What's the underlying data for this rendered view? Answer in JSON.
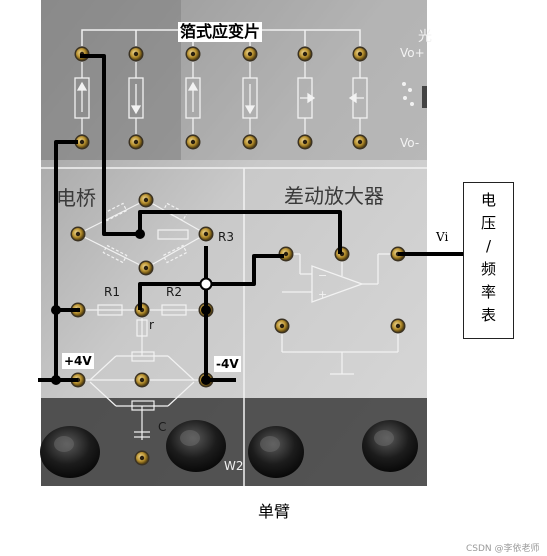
{
  "strain_gauge_label": "箔式应变片",
  "vo_plus": "Vo+",
  "vo_minus": "Vo-",
  "light_glyph": "光",
  "bridge_label": "电桥",
  "amp_label": "差动放大器",
  "resistors": {
    "r1": "R1",
    "r2": "R2",
    "r3": "R3",
    "r": "r",
    "c": "C",
    "w2": "W2"
  },
  "supply": {
    "plus": "+4V",
    "minus": "-4V"
  },
  "vi_label": "Vi",
  "meter_chars": [
    "电",
    "压",
    "/",
    "频",
    "率",
    "表"
  ],
  "caption": "单臂",
  "watermark": "CSDN @李依老师",
  "colors": {
    "panel": "#cfcfcf",
    "panel_dark": "#6f6f6f",
    "wire": "#000000",
    "terminal": "#c8a040",
    "knob": "#1a1a1a"
  }
}
